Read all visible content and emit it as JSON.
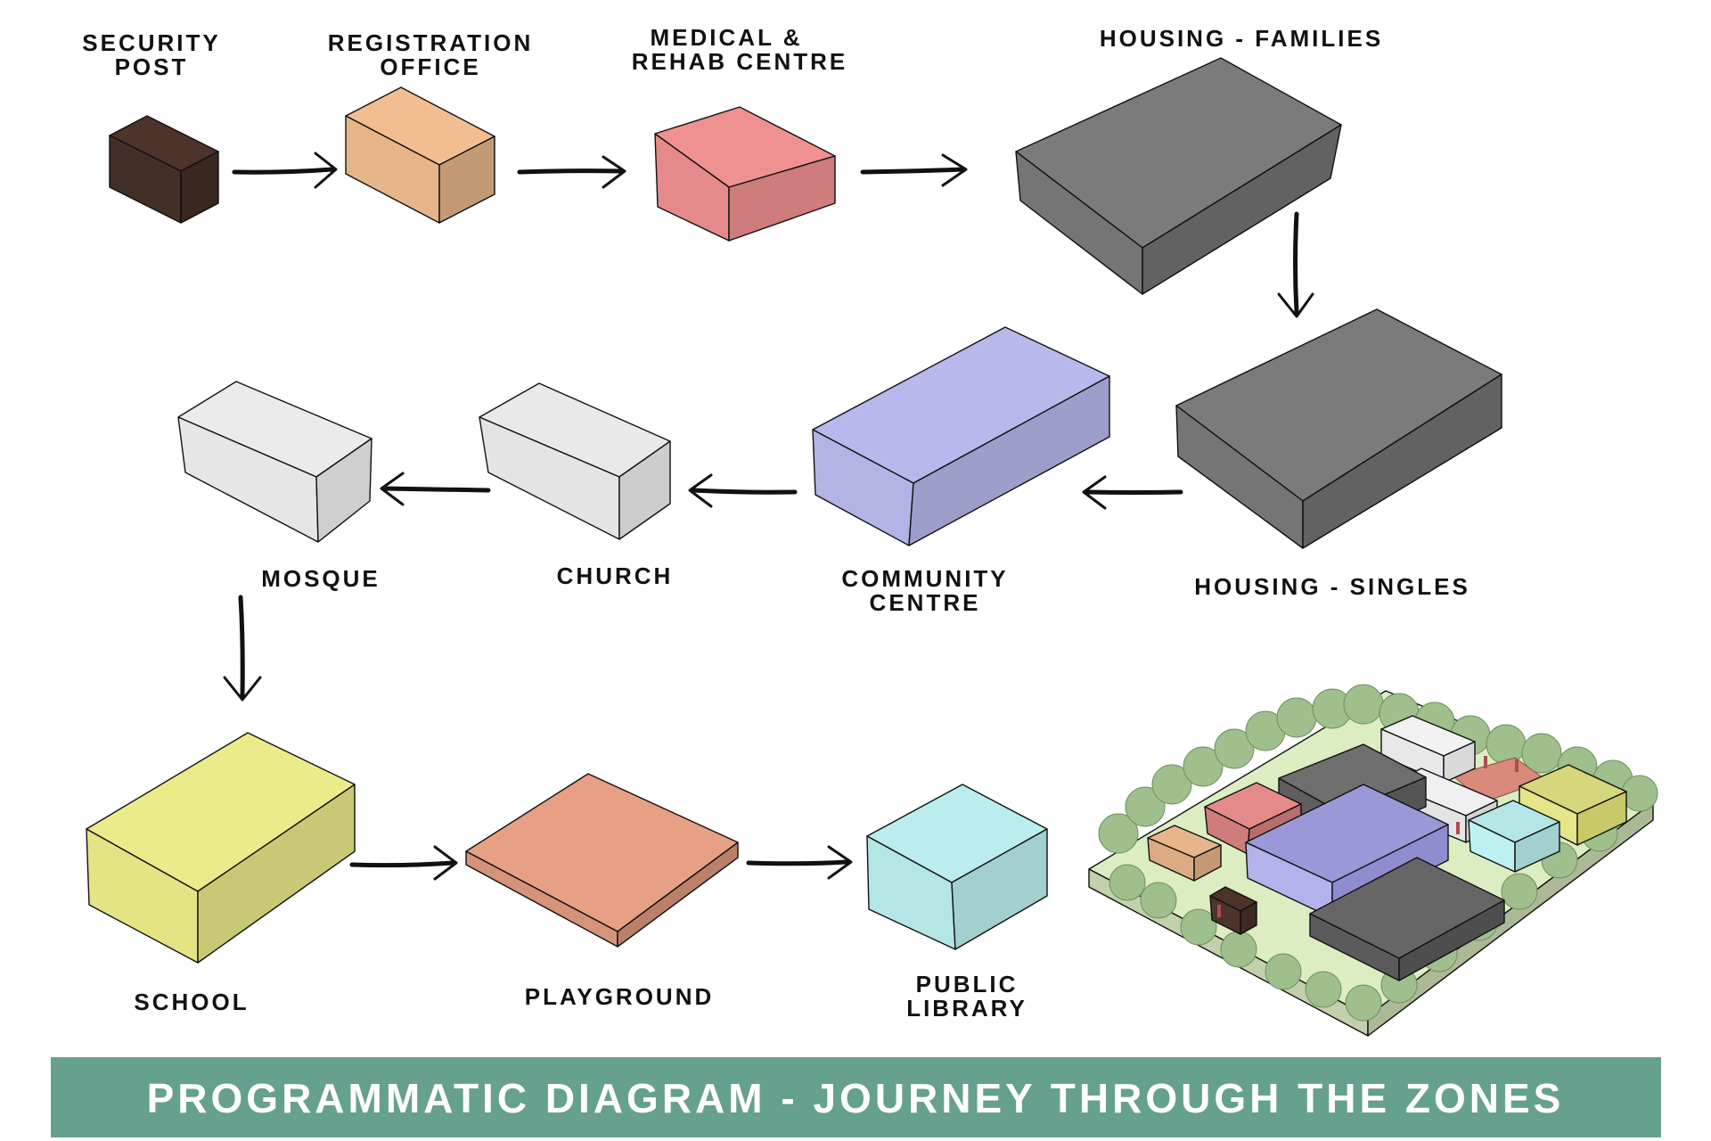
{
  "title": "PROGRAMMATIC DIAGRAM - JOURNEY THROUGH THE ZONES",
  "colors": {
    "banner": "#66a08e",
    "security": "#4c342b",
    "registration": "#e6b58a",
    "medical": "#e58a8a",
    "housing": "#7b7b7b",
    "community": "#b3b3e6",
    "church": "#e4e4e4",
    "mosque": "#e6e6e6",
    "school": "#e4e485",
    "playground": "#e8a084",
    "library": "#b5e6e6",
    "site": "#dcedc2"
  },
  "zones": {
    "security": {
      "line1": "SECURITY",
      "line2": "POST"
    },
    "registration": {
      "line1": "REGISTRATION",
      "line2": "OFFICE"
    },
    "medical": {
      "line1": "MEDICAL &",
      "line2": "REHAB CENTRE"
    },
    "housing_families": {
      "line1": "HOUSING - FAMILIES"
    },
    "housing_singles": {
      "line1": "HOUSING - SINGLES"
    },
    "community": {
      "line1": "COMMUNITY",
      "line2": "CENTRE"
    },
    "church": {
      "line1": "CHURCH"
    },
    "mosque": {
      "line1": "MOSQUE"
    },
    "school": {
      "line1": "SCHOOL"
    },
    "playground": {
      "line1": "PLAYGROUND"
    },
    "library": {
      "line1": "PUBLIC",
      "line2": "LIBRARY"
    }
  }
}
